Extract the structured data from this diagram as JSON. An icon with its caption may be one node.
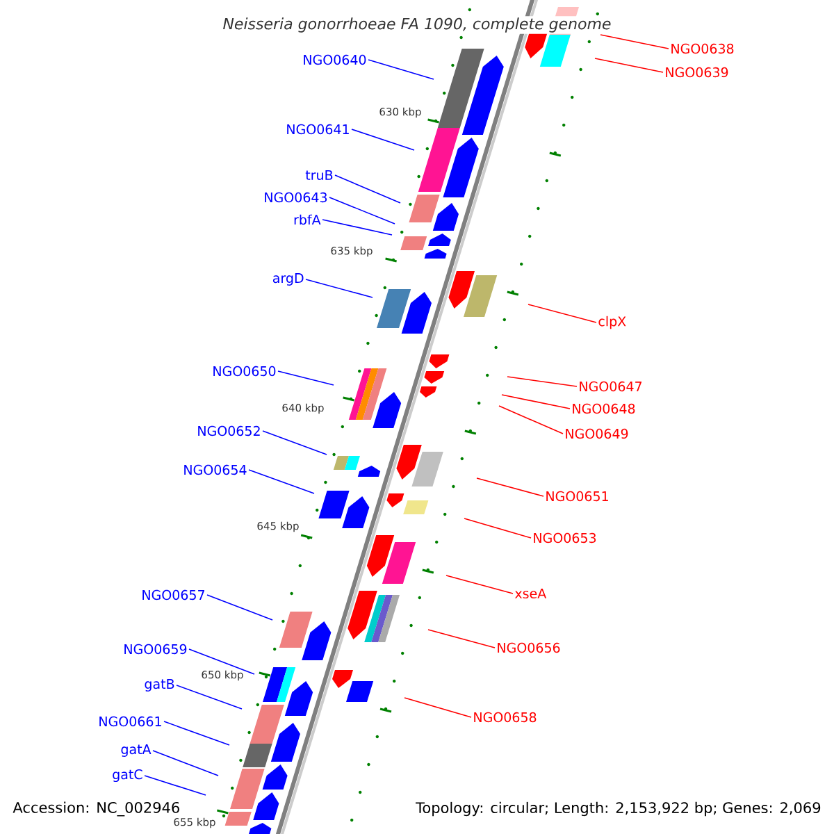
{
  "diagram": {
    "title": "*Neisseria gonorrhoeae FA 1090, complete genome*",
    "nodes": [
      {
        "text": [
          "NGO0640"
        ]
      },
      {
        "text": [
          "NGO0641"
        ]
      },
      {
        "text": [
          "truB"
        ]
      },
      {
        "text": [
          "NGO0643"
        ]
      },
      {
        "text": [
          "rbfA"
        ]
      },
      {
        "text": [
          "argD"
        ]
      },
      {
        "text": [
          "NGO0650"
        ]
      },
      {
        "text": [
          "NGO0652"
        ]
      },
      {
        "text": [
          "NGO0654"
        ]
      },
      {
        "text": [
          "NGO0657"
        ]
      },
      {
        "text": [
          "NGO0659"
        ]
      },
      {
        "text": [
          "gatB"
        ]
      },
      {
        "text": [
          "NGO0661"
        ]
      },
      {
        "text": [
          "gatA"
        ]
      },
      {
        "text": [
          "gatC"
        ]
      },
      {
        "text": [
          "NGO0638"
        ]
      },
      {
        "text": [
          "NGO0639"
        ]
      },
      {
        "text": [
          "clpX"
        ]
      },
      {
        "text": [
          "NGO0647"
        ]
      },
      {
        "text": [
          "NGO0648"
        ]
      },
      {
        "text": [
          "NGO0649"
        ]
      },
      {
        "text": [
          "NGO0651"
        ]
      },
      {
        "text": [
          "NGO0653"
        ]
      },
      {
        "text": [
          "xseA"
        ]
      },
      {
        "text": [
          "NGO0656"
        ]
      },
      {
        "text": [
          "NGO0658"
        ]
      }
    ],
    "edges": [
      {
        "from": 0,
        "to": null,
        "arrow": "none"
      },
      {
        "from": 1,
        "to": null,
        "arrow": "none"
      },
      {
        "from": 2,
        "to": null,
        "arrow": "none"
      },
      {
        "from": 3,
        "to": null,
        "arrow": "none"
      },
      {
        "from": 4,
        "to": null,
        "arrow": "none"
      },
      {
        "from": 5,
        "to": null,
        "arrow": "none"
      },
      {
        "from": 6,
        "to": null,
        "arrow": "none"
      },
      {
        "from": 7,
        "to": null,
        "arrow": "none"
      },
      {
        "from": 8,
        "to": null,
        "arrow": "none"
      },
      {
        "from": 9,
        "to": null,
        "arrow": "none"
      },
      {
        "from": 10,
        "to": null,
        "arrow": "none"
      },
      {
        "from": 11,
        "to": null,
        "arrow": "none"
      },
      {
        "from": 12,
        "to": null,
        "arrow": "none"
      },
      {
        "from": 13,
        "to": null,
        "arrow": "none"
      },
      {
        "from": 14,
        "to": null,
        "arrow": "none"
      },
      {
        "from": 15,
        "to": null,
        "arrow": "none",
        "color": "#ff0000"
      },
      {
        "from": 16,
        "to": null,
        "arrow": "none",
        "color": "#ff0000"
      },
      {
        "from": 17,
        "to": null,
        "arrow": "none",
        "color": "#ff0000"
      },
      {
        "from": 18,
        "to": null,
        "arrow": "none",
        "color": "#ff0000"
      },
      {
        "from": 19,
        "to": null,
        "arrow": "none",
        "color": "#ff0000"
      },
      {
        "from": 20,
        "to": null,
        "arrow": "none",
        "color": "#ff0000"
      },
      {
        "from": 21,
        "to": null,
        "arrow": "none",
        "color": "#ff0000"
      },
      {
        "from": 22,
        "to": null,
        "arrow": "none",
        "color": "#ff0000"
      },
      {
        "from": 23,
        "to": null,
        "arrow": "none",
        "color": "#ff0000"
      },
      {
        "from": 24,
        "to": null,
        "arrow": "none",
        "color": "#ff0000"
      },
      {
        "from": 25,
        "to": null,
        "arrow": "none",
        "color": "#ff0000"
      }
    ],
    "labels": [
      "630 kbp",
      "635 kbp",
      "640 kbp",
      "645 kbp",
      "650 kbp",
      "655 kbp",
      "Accession: NC_002946",
      "Topology: circular; Length: 2,153,922 bp; Genes: 2,069"
    ]
  }
}
